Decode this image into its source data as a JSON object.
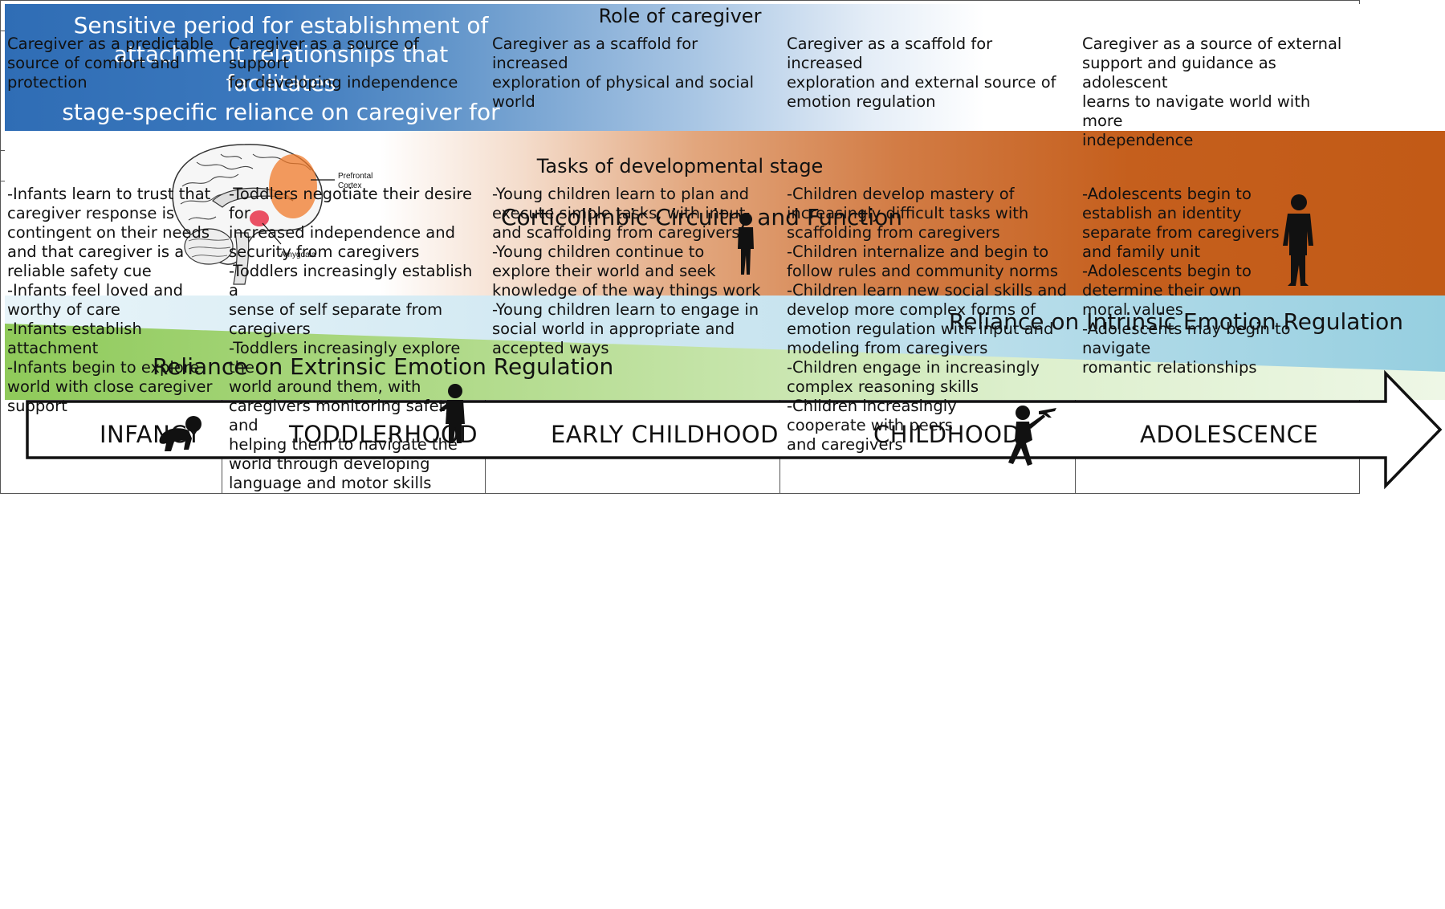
{
  "sensitive_period": "Sensitive period for establishment of\nattachment relationships that facilitates\nstage-specific reliance on caregiver for\nregulation across development",
  "brain": {
    "prefrontal_label": "Prefrontal\nCortex",
    "amygdala_label": "Amygdala"
  },
  "corticolimbic_label": "Corticolimbic Circuitry and Function",
  "intrinsic_label": "Reliance on Intrinsic Emotion Regulation",
  "extrinsic_label": "Reliance on Extrinsic Emotion Regulation",
  "stages": [
    "INFANCY",
    "TODDLERHOOD",
    "EARLY CHILDHOOD",
    "CHILDHOOD",
    "ADOLESCENCE"
  ],
  "role_header": "Role of caregiver",
  "roles": [
    "Caregiver as a predictable\nsource of comfort and\nprotection",
    "Caregiver as a source of support\nfor developing independence",
    "Caregiver as a scaffold for increased\nexploration of physical and social\nworld",
    "Caregiver as a scaffold for increased\nexploration and external source of\nemotion regulation",
    "Caregiver as a source of external\nsupport and guidance as adolescent\nlearns to navigate world with more\nindependence"
  ],
  "tasks_header": "Tasks of developmental stage",
  "tasks": [
    "-Infants learn to trust that\ncaregiver response is\ncontingent on their needs\nand that caregiver is a\nreliable safety cue\n-Infants feel loved and\nworthy of care\n-Infants establish attachment\n-Infants begin to explore\nworld with close caregiver\nsupport",
    "-Toddlers negotiate their desire for\nincreased independence and\nsecurity from caregivers\n-Toddlers increasingly establish a\nsense of self separate from\ncaregivers\n-Toddlers increasingly explore the\nworld around them, with\ncaregivers monitoring safety and\nhelping them to navigate the\nworld through developing\nlanguage and motor skills",
    "-Young children learn to plan and\nexecute simple tasks, with input\nand scaffolding from caregivers\n-Young children continue to\nexplore their world and seek\nknowledge of the way things work\n-Young children learn to engage in\nsocial world in appropriate and\naccepted ways",
    "-Children develop mastery of\nincreasingly difficult tasks with\nscaffolding from caregivers\n-Children internalize and begin to\nfollow rules and community norms\n-Children learn new social skills and\ndevelop more complex forms of\nemotion regulation with input and\nmodeling from caregivers\n-Children engage in increasingly\ncomplex reasoning skills\n-Children increasingly\ncooperate with peers\nand caregivers",
    "-Adolescents begin to\nestablish an identity\nseparate from caregivers\nand family unit\n-Adolescents begin to\ndetermine their own\nmoral values\n-Adolescents may begin to navigate\nromantic relationships"
  ],
  "colors": {
    "sensitive_blue": "#2f6db5",
    "cortico_orange": "#c25a16",
    "extrinsic_green": "#8fca5a",
    "intrinsic_blue": "#96cfe0"
  }
}
